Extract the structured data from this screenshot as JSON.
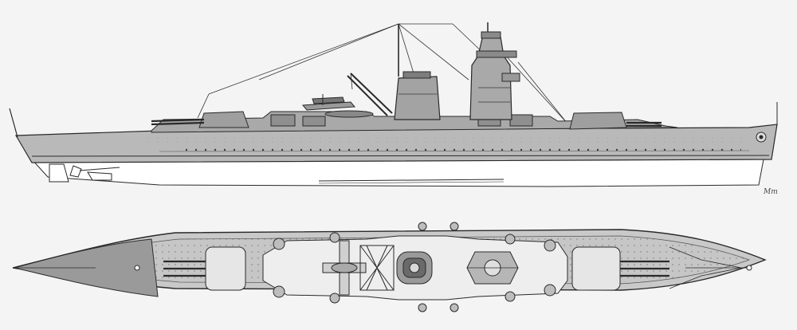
{
  "drawing": {
    "subject": "warship plan",
    "views": [
      "side-profile",
      "top-plan"
    ],
    "signature": "Mm"
  },
  "colors": {
    "background": "#f4f4f4",
    "hull_gray": "#b9b9b9",
    "deck_gray": "#c6c6c6",
    "dark_gray": "#8f8f8f",
    "line": "#2a2a2a",
    "light": "#e2e2e2"
  }
}
